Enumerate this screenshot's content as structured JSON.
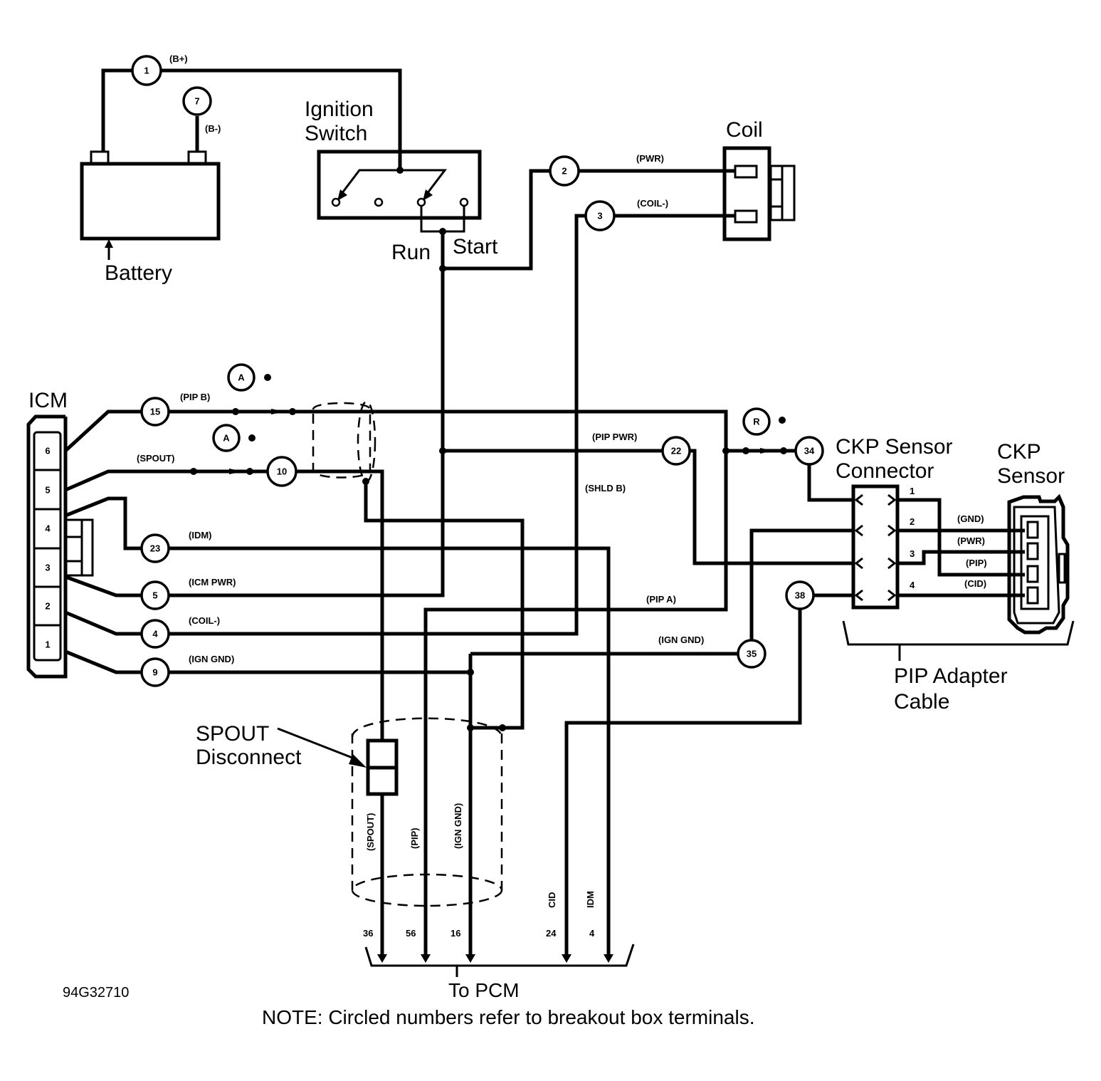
{
  "components": {
    "battery": "Battery",
    "ignition_switch": [
      "Ignition",
      "Switch"
    ],
    "switch_positions": {
      "run": "Run",
      "start": "Start"
    },
    "coil": "Coil",
    "icm": "ICM",
    "icm_pins": [
      "6",
      "5",
      "4",
      "3",
      "2",
      "1"
    ],
    "ckp_connector": [
      "CKP Sensor",
      "Connector"
    ],
    "ckp_sensor": [
      "CKP",
      "Sensor"
    ],
    "ckp_connector_pins": [
      "1",
      "2",
      "3",
      "4"
    ],
    "spout_disconnect": [
      "SPOUT",
      "Disconnect"
    ],
    "pip_adapter_cable": [
      "PIP Adapter",
      "Cable"
    ],
    "to_pcm": "To PCM"
  },
  "terminals": {
    "t1": "1",
    "t7": "7",
    "t2": "2",
    "t3": "3",
    "t15": "15",
    "t10": "10",
    "t23": "23",
    "t5": "5",
    "t4": "4",
    "t9": "9",
    "t22": "22",
    "t34": "34",
    "t38": "38",
    "t35": "35",
    "tA1": "A",
    "tA2": "A",
    "tR": "R"
  },
  "signals": {
    "b_plus": "(B+)",
    "b_minus": "(B-)",
    "pwr": "(PWR)",
    "coil_minus": "(COIL-)",
    "pip_b": "(PIP B)",
    "spout": "(SPOUT)",
    "idm": "(IDM)",
    "icm_pwr": "(ICM PWR)",
    "coil_minus_icm": "(COIL-)",
    "ign_gnd": "(IGN GND)",
    "pip_pwr": "(PIP PWR)",
    "shld_b": "(SHLD B)",
    "pip_a": "(PIP A)",
    "ign_gnd_35": "(IGN GND)",
    "sensor_gnd": "(GND)",
    "sensor_pwr": "(PWR)",
    "sensor_pip": "(PIP)",
    "sensor_cid": "(CID)",
    "v_spout": "(SPOUT)",
    "v_pip": "(PIP)",
    "v_ign_gnd": "(IGN GND)",
    "v_cid": "CID",
    "v_idm": "IDM"
  },
  "pcm_pins": [
    "36",
    "56",
    "16",
    "24",
    "4"
  ],
  "figure_code": "94G32710",
  "note": "NOTE: Circled numbers refer to breakout box terminals."
}
